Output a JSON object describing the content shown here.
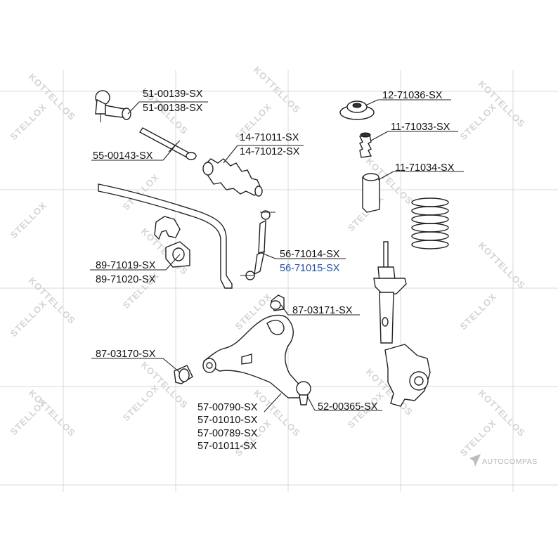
{
  "watermark": {
    "brand_a": "STELLOX",
    "brand_b": "KOTTELLOS"
  },
  "footer": {
    "brand": "AUTOCOMPAS"
  },
  "colors": {
    "label": "#111111",
    "highlight": "#1f4fa8",
    "line": "#222222",
    "watermark": "#d4d4d4"
  },
  "labels": {
    "p1": "51-00139-SX",
    "p2": "51-00138-SX",
    "p3": "55-00143-SX",
    "p4": "14-71011-SX",
    "p5": "14-71012-SX",
    "p6": "12-71036-SX",
    "p7": "11-71033-SX",
    "p8": "11-71034-SX",
    "p9": "56-71014-SX",
    "p10": "56-71015-SX",
    "p11": "89-71019-SX",
    "p12": "89-71020-SX",
    "p13": "87-03171-SX",
    "p14": "87-03170-SX",
    "p15": "57-00790-SX",
    "p16": "57-01010-SX",
    "p17": "57-00789-SX",
    "p18": "57-01011-SX",
    "p19": "52-00365-SX"
  }
}
